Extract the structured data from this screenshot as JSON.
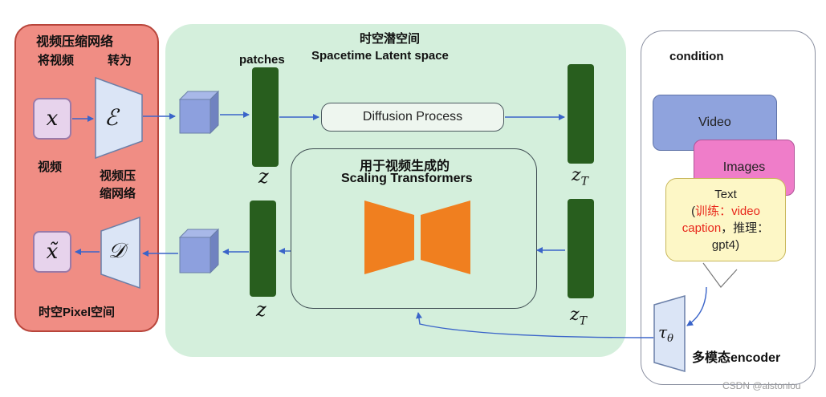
{
  "left_panel": {
    "title": "视频压缩网络",
    "label_left": "将视频",
    "label_right": "转为",
    "input_symbol": "x",
    "encoder_symbol": "ℰ",
    "input_caption": "视频",
    "encoder_caption_line1": "视频压",
    "encoder_caption_line2": "缩网络",
    "output_symbol": "x̃",
    "decoder_symbol": "𝒟",
    "bottom_caption": "时空Pixel空间"
  },
  "middle_panel": {
    "title_cn": "时空潜空间",
    "title_en": "Spacetime Latent space",
    "patches_label": "patches",
    "diffusion_label": "Diffusion Process",
    "transformer_title_line1": "用于视频生成的",
    "transformer_title_line2": "Scaling Transformers",
    "z_symbol": "z",
    "zT_base": "z",
    "zT_sub": "T"
  },
  "right_panel": {
    "title": "condition",
    "card_video": "Video",
    "card_images": "Images",
    "text_card": {
      "line1": "Text",
      "line2_paren": "(",
      "line2_red": "训练：video",
      "line3_red": "caption",
      "line3_rest": "，推理：",
      "line4": "gpt4)"
    },
    "encoder_base": "τ",
    "encoder_sub": "θ",
    "encoder_label": "多模态encoder"
  },
  "watermark": "CSDN @alstonlou",
  "colors": {
    "left_panel": "#f08d84",
    "middle_panel": "#d4efdc",
    "latent_bar": "#285e1e",
    "transformer": "#f07f1f",
    "arrow": "#3a64c9",
    "highlight_text": "#e8261a"
  }
}
